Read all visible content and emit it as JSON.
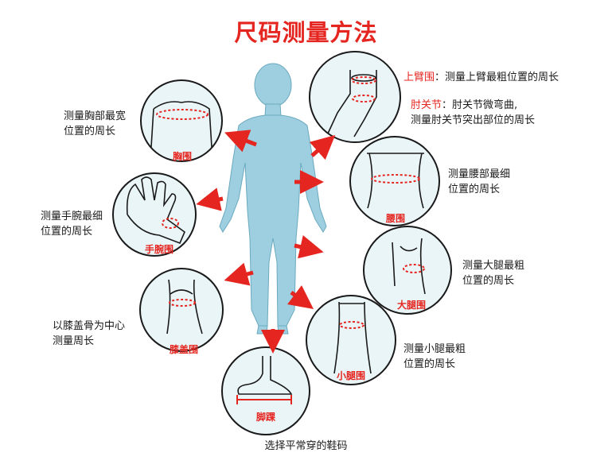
{
  "title": "尺码测量方法",
  "colors": {
    "accent": "#e52620",
    "body": "#9ecfe0",
    "circle_fill": "#eaf5f8"
  },
  "parts": {
    "chest": {
      "label": "胸围",
      "desc": [
        "测量胸部最宽",
        "位置的周长"
      ]
    },
    "upper_arm": {
      "label": "上臂围",
      "desc_suffix": "：测量上臂最粗位置的周长"
    },
    "elbow": {
      "label": "肘关节",
      "desc_suffix": "：肘关节微弯曲,",
      "desc2": "测量肘关节突出部位的周长"
    },
    "waist": {
      "label": "腰围",
      "desc": [
        "测量腰部最细",
        "位置的周长"
      ]
    },
    "wrist": {
      "label": "手腕围",
      "desc": [
        "测量手腕最细",
        "位置的周长"
      ]
    },
    "thigh": {
      "label": "大腿围",
      "desc": [
        "测量大腿最粗",
        "位置的周长"
      ]
    },
    "knee": {
      "label": "膝盖围",
      "desc": [
        "以膝盖骨为中心",
        "测量周长"
      ]
    },
    "calf": {
      "label": "小腿围",
      "desc": [
        "测量小腿最粗",
        "位置的周长"
      ]
    },
    "ankle": {
      "label": "脚踝",
      "desc": [
        "选择平常穿的鞋码"
      ]
    }
  }
}
